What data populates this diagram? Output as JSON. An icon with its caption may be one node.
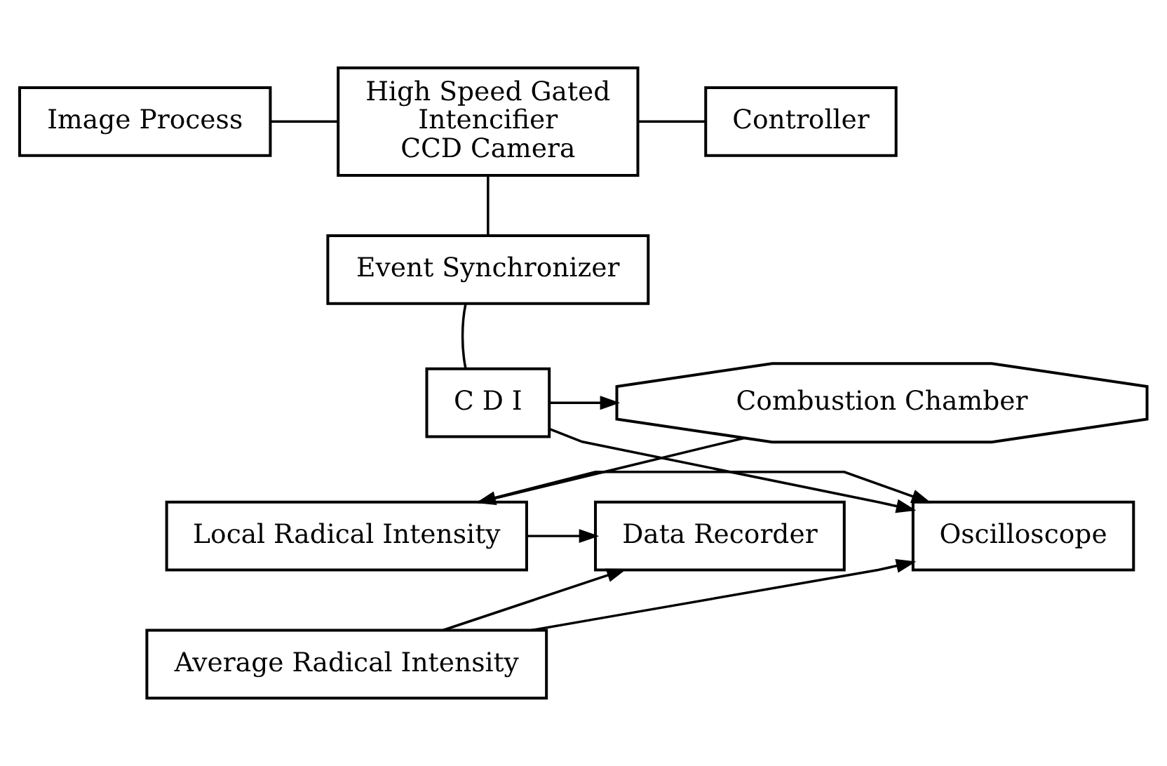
{
  "diagram": {
    "nodes": [
      {
        "text": [
          "Image Process"
        ]
      },
      {
        "text": [
          "High Speed Gated Intencifier CCD Camera"
        ]
      },
      {
        "text": [
          "Controller"
        ]
      },
      {
        "text": [
          "Event Synchronizer"
        ]
      },
      {
        "text": [
          "C D I"
        ]
      },
      {
        "text": [
          "Combustion Chamber"
        ]
      },
      {
        "text": [
          "Oscilloscope"
        ]
      },
      {
        "text": [
          "Local Radical Intensity"
        ]
      },
      {
        "text": [
          "Average Radical Intensity"
        ]
      },
      {
        "text": [
          "Data Recorder"
        ]
      }
    ],
    "edges": [
      {
        "from": 0,
        "to": 1,
        "arrow": "none"
      },
      {
        "from": 1,
        "to": 2,
        "arrow": "none"
      },
      {
        "from": 1,
        "to": 3,
        "arrow": "none"
      },
      {
        "from": 3,
        "to": 4,
        "arrow": "none"
      },
      {
        "from": 4,
        "to": 5,
        "arrow": "to"
      },
      {
        "from": 5,
        "to": 7,
        "arrow": "to"
      },
      {
        "from": 4,
        "to": 6,
        "arrow": "to"
      },
      {
        "from": 7,
        "to": 6,
        "arrow": "to"
      },
      {
        "from": 8,
        "to": 6,
        "arrow": "to"
      },
      {
        "from": 7,
        "to": 9,
        "arrow": "to"
      },
      {
        "from": 8,
        "to": 9,
        "arrow": "to"
      }
    ]
  }
}
